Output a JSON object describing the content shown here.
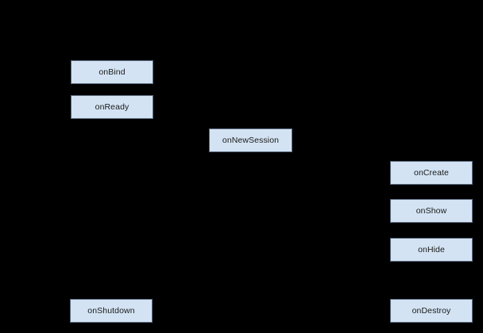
{
  "canvas": {
    "background_color": "#000000"
  },
  "diagram": {
    "type": "lifecycle-flow",
    "node_fill_color": "#d3e3f3",
    "node_border_color": "#5a6b80",
    "node_text_color": "#1a1a1a",
    "nodes": [
      {
        "id": "onBind",
        "label": "onBind"
      },
      {
        "id": "onReady",
        "label": "onReady"
      },
      {
        "id": "onNewSession",
        "label": "onNewSession"
      },
      {
        "id": "onCreate",
        "label": "onCreate"
      },
      {
        "id": "onShow",
        "label": "onShow"
      },
      {
        "id": "onHide",
        "label": "onHide"
      },
      {
        "id": "onShutdown",
        "label": "onShutdown"
      },
      {
        "id": "onDestroy",
        "label": "onDestroy"
      }
    ]
  }
}
